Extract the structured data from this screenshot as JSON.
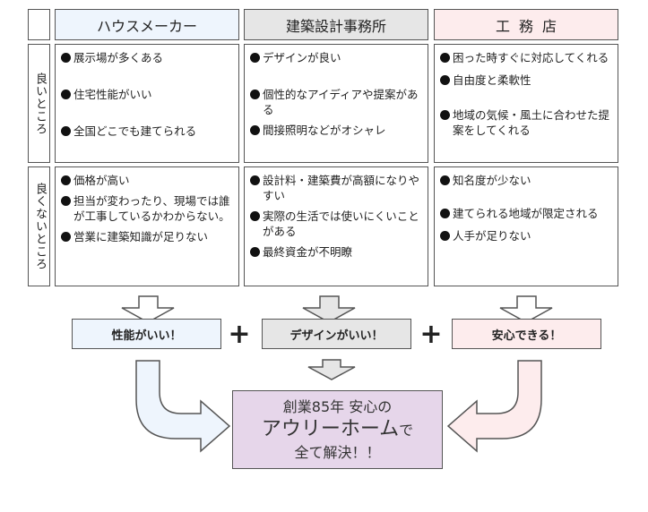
{
  "headers": [
    "ハウスメーカー",
    "建築設計事務所",
    "工務店"
  ],
  "row_labels": [
    "良いところ",
    "良くないところ"
  ],
  "good": [
    [
      "展示場が多くある",
      "住宅性能がいい",
      "全国どこでも建てられる"
    ],
    [
      "デザインが良い",
      "個性的なアイディアや提案がある",
      "間接照明などがオシャレ"
    ],
    [
      "困った時すぐに対応してくれる",
      "自由度と柔軟性",
      "地域の気候・風土に合わせた提案をしてくれる"
    ]
  ],
  "bad": [
    [
      "価格が高い",
      "担当が変わったり、現場では誰が工事しているかわからない。",
      "営業に建築知識が足りない"
    ],
    [
      "設計料・建築費が高額になりやすい",
      "実際の生活では使いにくいことがある",
      "最終資金が不明瞭"
    ],
    [
      "知名度が少ない",
      "建てられる地域が限定される",
      "人手が足りない"
    ]
  ],
  "summaries": [
    "性能がいい！",
    "デザインがいい！",
    "安心できる！"
  ],
  "plus": [
    "+",
    "+"
  ],
  "final": {
    "line1": "創業85年 安心の",
    "line2_big": "アウリーホーム",
    "line2_suffix": "で",
    "line3": "全て解決！！"
  },
  "colors": {
    "house_maker": "#eef5fd",
    "design_office": "#e6e6e6",
    "builder": "#fdeced",
    "final": "#e6d6ea",
    "border": "#555555"
  }
}
